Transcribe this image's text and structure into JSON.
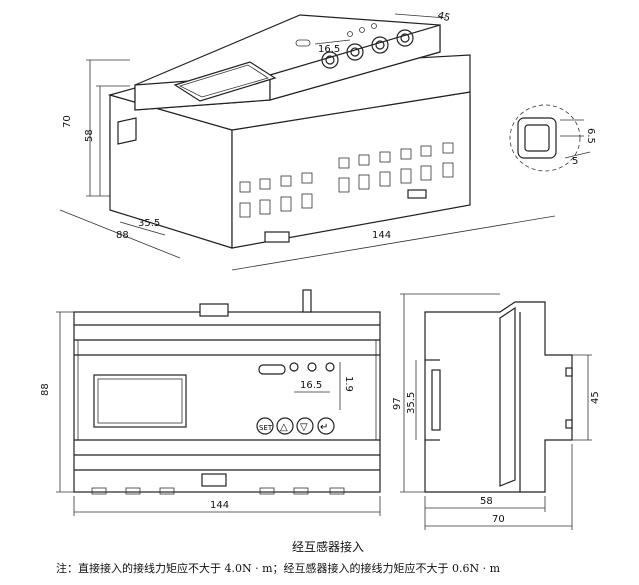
{
  "iso_view": {
    "dim_width": "45",
    "dim_btn_pitch": "16.5",
    "dim_height_total": "70",
    "dim_height_body": "58",
    "dim_depth": "88",
    "dim_step": "35.5",
    "dim_length": "144",
    "dim_clip_a": "6.5",
    "dim_clip_b": "5"
  },
  "front_view": {
    "dim_height": "88",
    "dim_btn_pitch": "16.5",
    "dim_btn_size": "1.9",
    "dim_length": "144",
    "btn_set_label": "SET",
    "btn_up_label": "△",
    "btn_down_label": "▽",
    "btn_enter_label": "↵"
  },
  "side_view": {
    "dim_height": "97",
    "dim_rail": "35.5",
    "dim_step": "45",
    "dim_depth_inner": "58",
    "dim_depth_total": "70"
  },
  "caption_title": "经互感器接入",
  "caption_note": "注：直接接入的接线力矩应不大于 4.0N · m；经互感器接入的接线力矩应不大于 0.6N · m"
}
